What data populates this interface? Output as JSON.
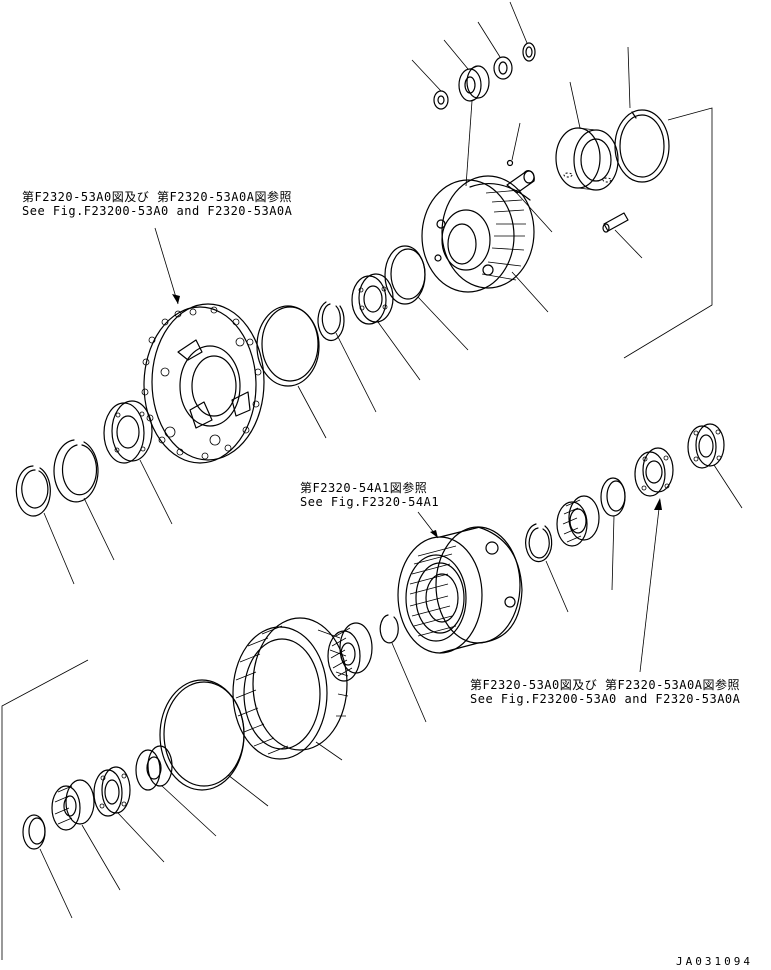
{
  "references": {
    "top_left": {
      "line1": "第F2320-53A0図及び 第F2320-53A0A図参照",
      "line2": "See Fig.F23200-53A0 and F2320-53A0A"
    },
    "middle": {
      "line1": "第F2320-54A1図参照",
      "line2": "See Fig.F2320-54A1"
    },
    "bottom_right": {
      "line1": "第F2320-53A0図及び 第F2320-53A0A図参照",
      "line2": "See Fig.F23200-53A0 and F2320-53A0A"
    }
  },
  "drawing_code": "JA031094"
}
